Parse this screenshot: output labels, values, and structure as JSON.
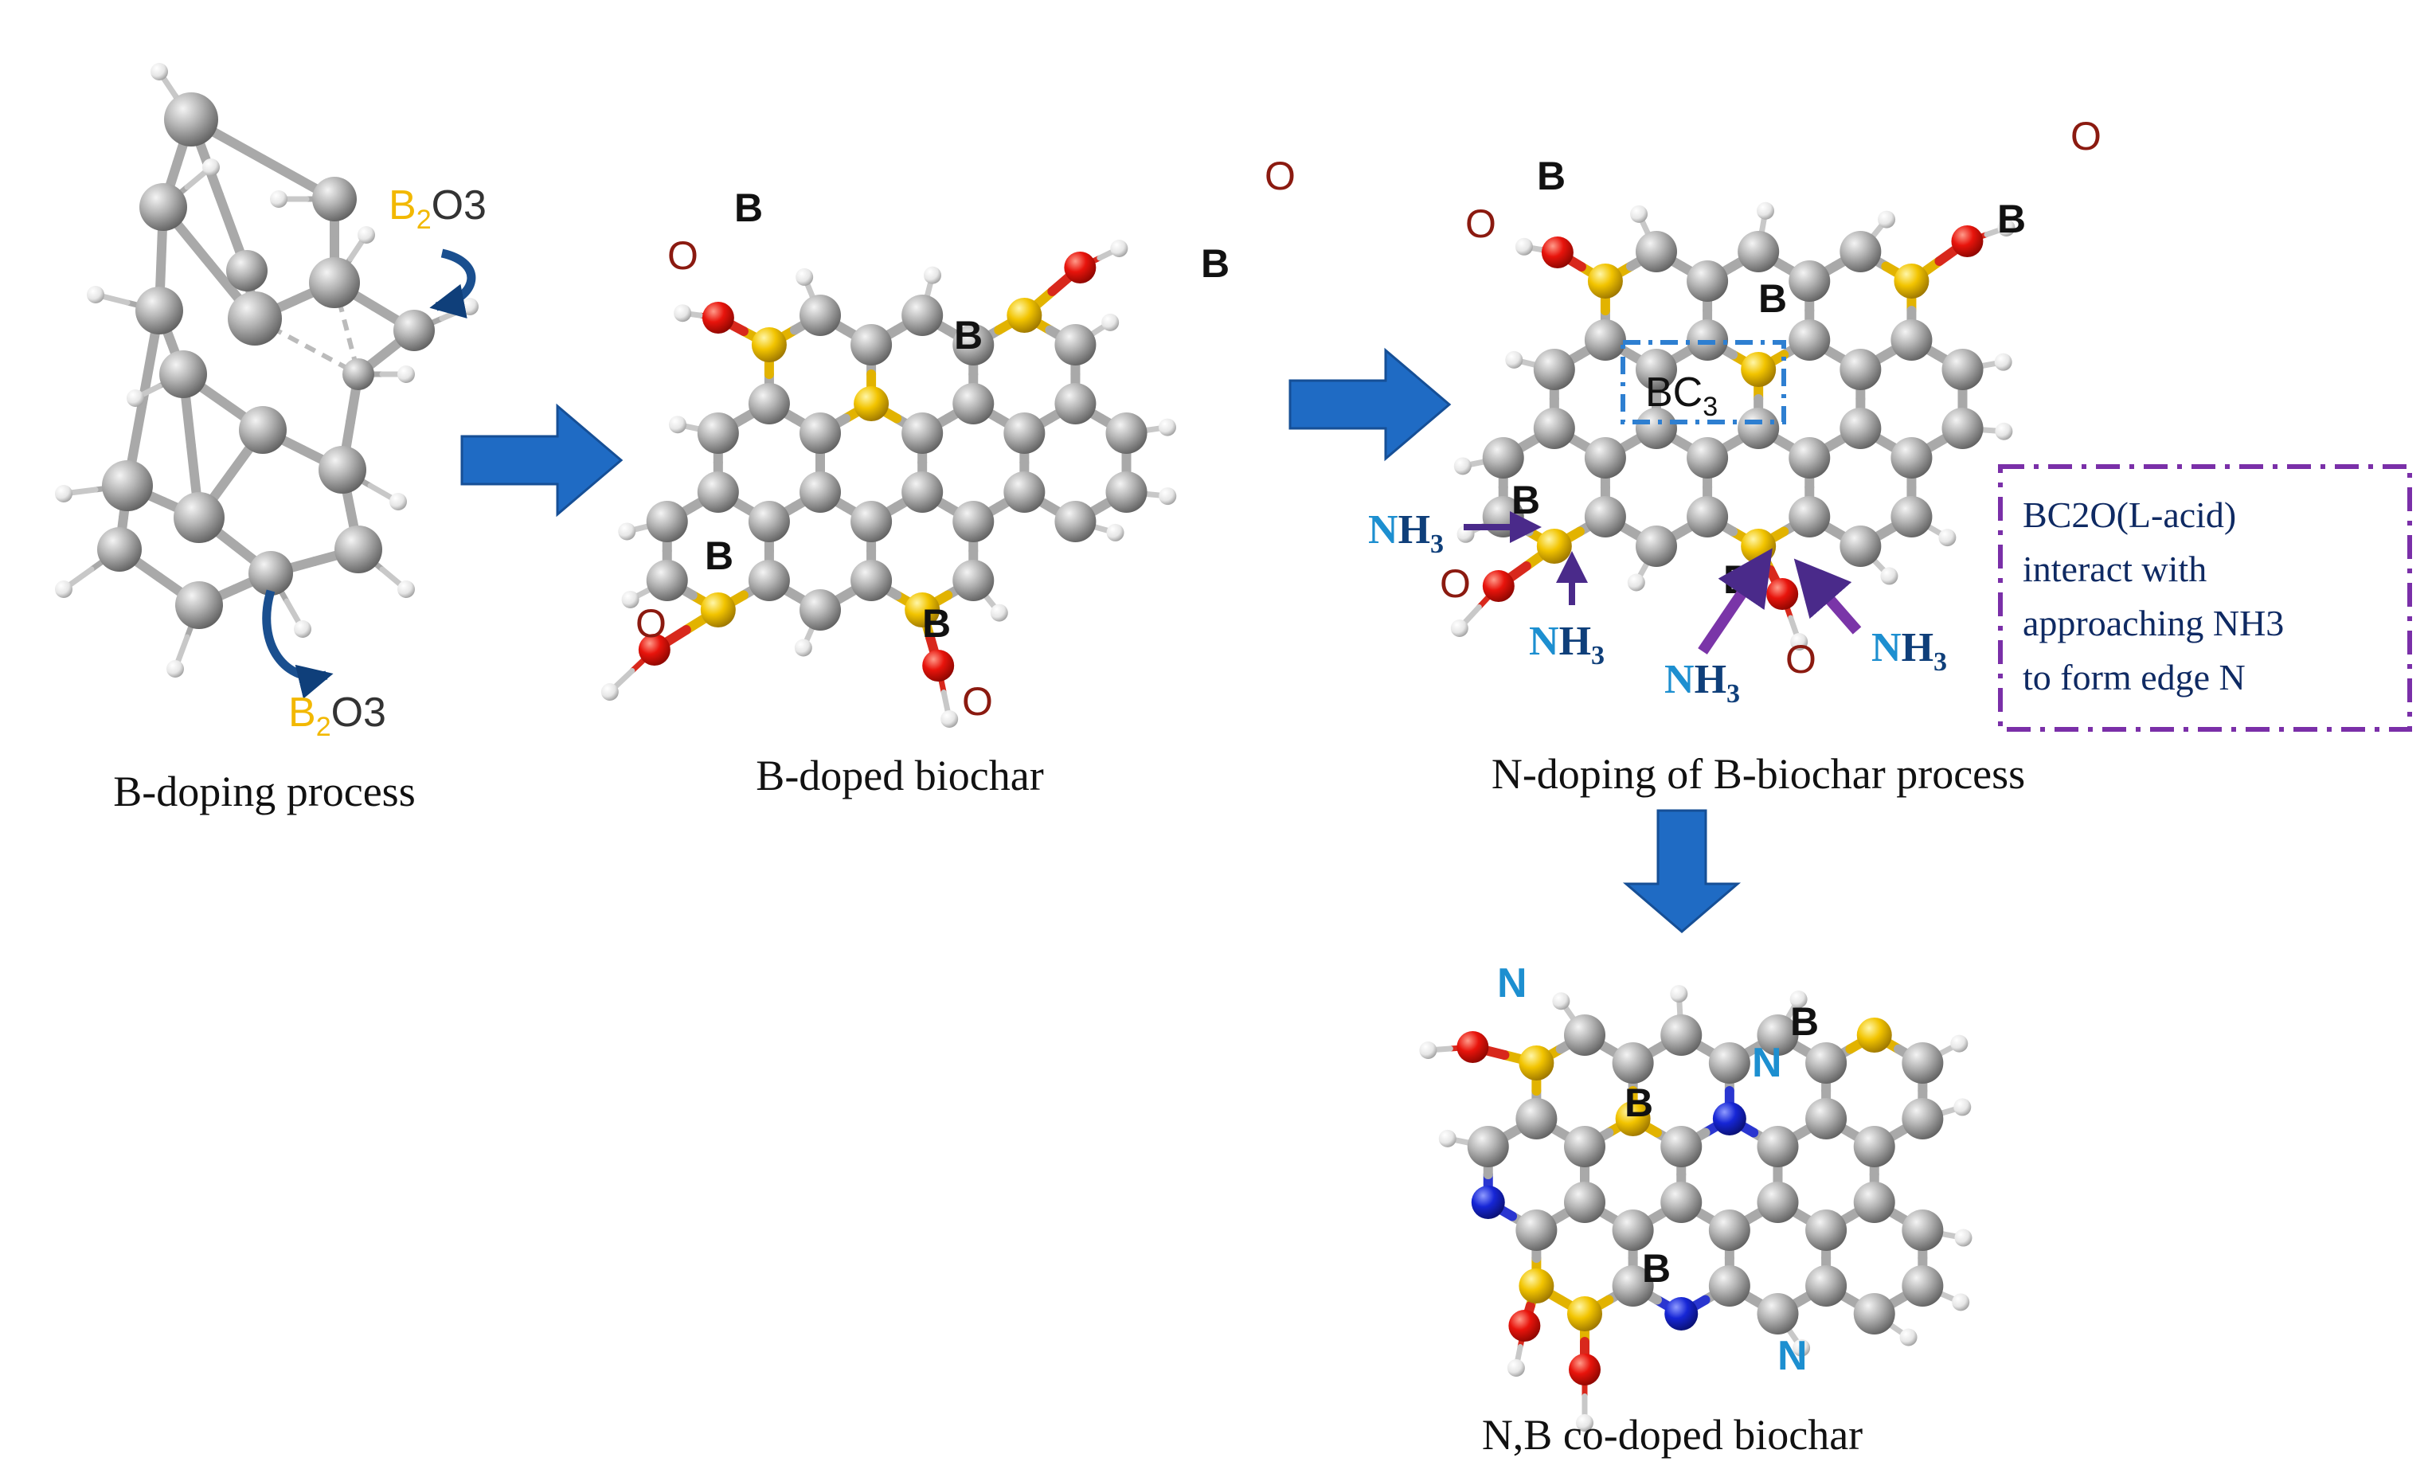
{
  "captions": {
    "step1": "B-doping process",
    "step2": "B-doped biochar",
    "step3": "N-doping of B-biochar process",
    "step4": "N,B co-doped biochar"
  },
  "labels": {
    "boron": "B",
    "oxygen": "O",
    "nitrogen": "N",
    "reagent_b2o3": {
      "b": "B",
      "sub": "2",
      "rest": "O3"
    },
    "bc3": {
      "main": "BC",
      "sub": "3"
    },
    "nh3": {
      "n": "N",
      "h": "H",
      "sub": "3"
    }
  },
  "annotation": {
    "line1": "BC2O(L-acid)",
    "line2": "interact with",
    "line3": "approaching NH3",
    "line4": "to form edge N"
  },
  "colors": {
    "carbon": "#a9a9a9",
    "hydrogen": "#f2f2f2",
    "boron": "#f2c400",
    "oxygen": "#e8140c",
    "nitrogen": "#1626d6",
    "process_arrow": "#1f6bc4",
    "annotation_border": "#7a2fa8",
    "bc3_box": "#2e7fd1",
    "nh3_arrow": "#7a35a8"
  },
  "icons": {
    "process_arrow": "right-arrow-icon",
    "down_arrow": "down-arrow-icon",
    "curved_arrow": "curved-arrow-icon"
  }
}
